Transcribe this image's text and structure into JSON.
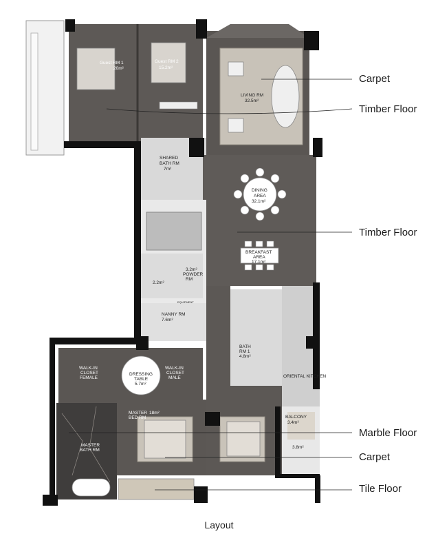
{
  "caption": "Layout",
  "legend": [
    {
      "id": "carpet-1",
      "label": "Carpet"
    },
    {
      "id": "timber-1",
      "label": "Timber Floor"
    },
    {
      "id": "timber-2",
      "label": "Timber Floor"
    },
    {
      "id": "marble",
      "label": "Marble Floor"
    },
    {
      "id": "carpet-2",
      "label": "Carpet"
    },
    {
      "id": "tile",
      "label": "Tile Floor"
    }
  ],
  "rooms": {
    "guest1": {
      "name": "Guest RM 1",
      "area": "20m²"
    },
    "guest2": {
      "name": "Guest RM 2",
      "area": "15.2m²"
    },
    "living": {
      "name": "LIVING RM",
      "area": "32.5m²"
    },
    "shared_bath": {
      "name_line1": "SHARED",
      "name_line2": "BATH RM",
      "area": "7m²"
    },
    "dining": {
      "name_line1": "DINING",
      "name_line2": "AREA",
      "area": "32.1m²"
    },
    "breakfast": {
      "name_line1": "BREAKFAST",
      "name_line2": "AREA",
      "area": "17.1m²"
    },
    "powder": {
      "area": "3.2m²",
      "name_line1": "POWDER",
      "name_line2": "RM"
    },
    "small_wc": {
      "area": "2.2m²"
    },
    "equipment": {
      "name": "EQUIPMENT"
    },
    "nanny": {
      "name": "NANNY RM",
      "area": "7.6m²"
    },
    "bath1": {
      "name_line1": "BATH",
      "name_line2": "RM 1",
      "area": "4.8m²"
    },
    "walkin_female": {
      "name_line1": "WALK-IN",
      "name_line2": "CLOSET",
      "name_line3": "FEMALE"
    },
    "dressing": {
      "name_line1": "DRESSING",
      "name_line2": "TABLE",
      "area": "5.7m²"
    },
    "walkin_male": {
      "name_line1": "WALK-IN",
      "name_line2": "CLOSET",
      "name_line3": "MALE"
    },
    "kitchen": {
      "name": "ORIENTAL KITCHEN"
    },
    "master_bed": {
      "name_line1": "MASTER",
      "name_line2": "BED RM",
      "area": "18m²"
    },
    "master_bath": {
      "name_line1": "MASTER",
      "name_line2": "BATH RM"
    },
    "balcony": {
      "name": "BALCONY",
      "area": "3.4m²"
    },
    "laundry": {
      "area": "3.8m²"
    }
  },
  "colors": {
    "timber": "#5e5a57",
    "timber_dark": "#4e4a47",
    "carpet": "#c9c3b9",
    "marble": "#3f3d3c",
    "tile": "#cfc7b8",
    "wall": "#111111"
  }
}
